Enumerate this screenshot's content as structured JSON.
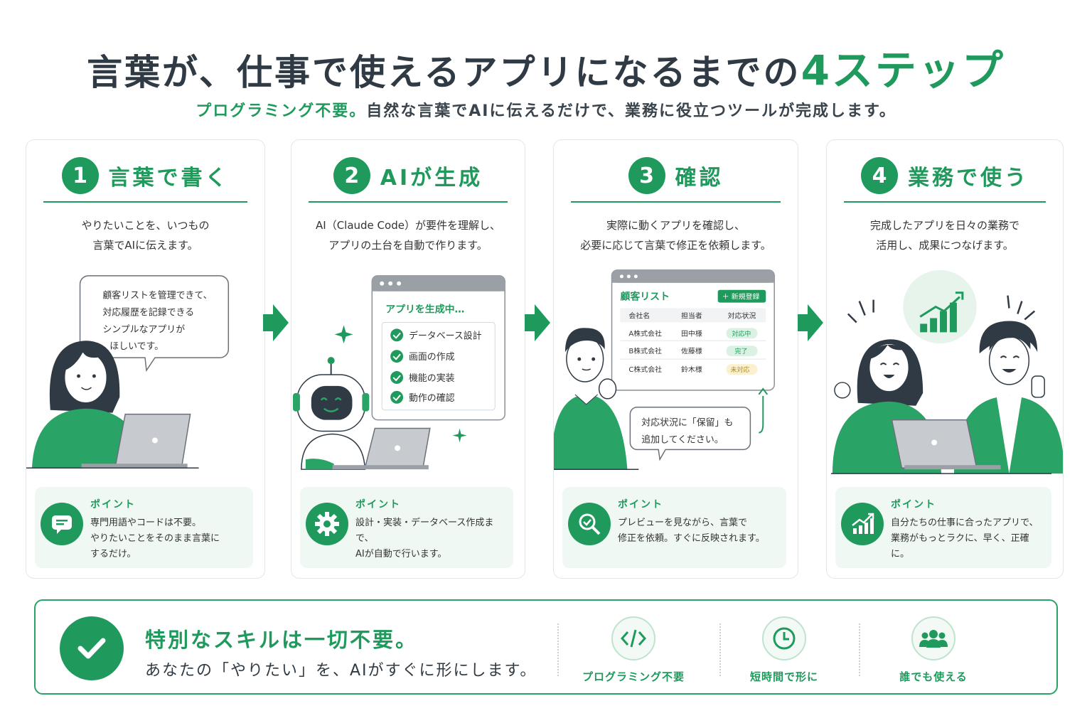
{
  "header": {
    "title_main": "言葉が、仕事で使えるアプリになるまでの",
    "title_accent": "4ステップ",
    "subtitle_accent": "プログラミング不要。",
    "subtitle_rest": "自然な言葉でAIに伝えるだけで、業務に役立つツールが完成します。"
  },
  "steps": [
    {
      "num": "1",
      "title": "言葉で書く",
      "desc": "やりたいことを、いつもの\n言葉でAIに伝えます。",
      "bubble": [
        "顧客リストを管理できて、",
        "対応履歴を記録できる",
        "シンプルなアプリが",
        "ほしいです。"
      ],
      "point_label": "ポイント",
      "point_text": "専門用語やコードは不要。\nやりたいことをそのまま言葉に\nするだけ。"
    },
    {
      "num": "2",
      "title": "AIが生成",
      "desc": "AI（Claude Code）が要件を理解し、\nアプリの土台を自動で作ります。",
      "window_title": "アプリを生成中…",
      "checklist": [
        "データベース設計",
        "画面の作成",
        "機能の実装",
        "動作の確認"
      ],
      "point_label": "ポイント",
      "point_text": "設計・実装・データベース作成まで、\nAIが自動で行います。"
    },
    {
      "num": "3",
      "title": "確認",
      "desc": "実際に動くアプリを確認し、\n必要に応じて言葉で修正を依頼します。",
      "app_title": "顧客リスト",
      "app_button": "＋ 新規登録",
      "table_headers": [
        "会社名",
        "担当者",
        "対応状況"
      ],
      "table_rows": [
        [
          "A株式会社",
          "田中様",
          "対応中"
        ],
        [
          "B株式会社",
          "佐藤様",
          "完了"
        ],
        [
          "C株式会社",
          "鈴木様",
          "未対応"
        ]
      ],
      "bubble": [
        "対応状況に「保留」も",
        "追加してください。"
      ],
      "point_label": "ポイント",
      "point_text": "プレビューを見ながら、言葉で\n修正を依頼。すぐに反映されます。"
    },
    {
      "num": "4",
      "title": "業務で使う",
      "desc": "完成したアプリを日々の業務で\n活用し、成果につなげます。",
      "point_label": "ポイント",
      "point_text": "自分たちの仕事に合ったアプリで、\n業務がもっとラクに、早く、正確に。"
    }
  ],
  "bottom": {
    "title": "特別なスキルは一切不要。",
    "text": "あなたの「やりたい」を、AIがすぐに形にします。",
    "features": [
      {
        "icon": "code-icon",
        "label": "プログラミング不要"
      },
      {
        "icon": "clock-icon",
        "label": "短時間で形に"
      },
      {
        "icon": "people-icon",
        "label": "誰でも使える"
      }
    ]
  },
  "colors": {
    "accent": "#1f9a5c",
    "text": "#2f3a44",
    "light": "#f0f8f3"
  }
}
